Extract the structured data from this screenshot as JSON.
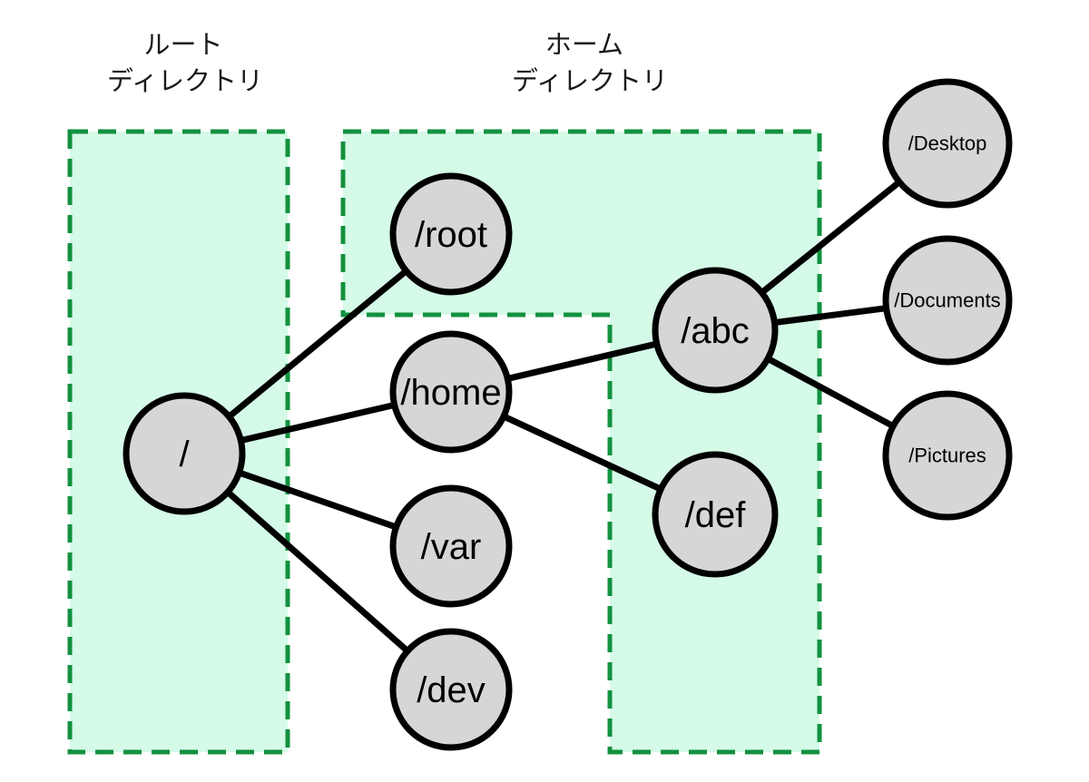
{
  "regions": [
    {
      "id": "root-directory",
      "label_line1": "ルート",
      "label_line2": "ディレクトリ"
    },
    {
      "id": "home-directory",
      "label_line1": "ホーム",
      "label_line2": "ディレクトリ"
    }
  ],
  "nodes": {
    "slash": {
      "label": "/"
    },
    "root": {
      "label": "/root"
    },
    "home": {
      "label": "/home"
    },
    "var": {
      "label": "/var"
    },
    "dev": {
      "label": "/dev"
    },
    "abc": {
      "label": "/abc"
    },
    "def": {
      "label": "/def"
    },
    "desktop": {
      "label": "/Desktop"
    },
    "documents": {
      "label": "/Documents"
    },
    "pictures": {
      "label": "/Pictures"
    }
  },
  "edges": [
    {
      "from": "/",
      "to": "/root"
    },
    {
      "from": "/",
      "to": "/home"
    },
    {
      "from": "/",
      "to": "/var"
    },
    {
      "from": "/",
      "to": "/dev"
    },
    {
      "from": "/home",
      "to": "/abc"
    },
    {
      "from": "/home",
      "to": "/def"
    },
    {
      "from": "/abc",
      "to": "/Desktop"
    },
    {
      "from": "/abc",
      "to": "/Documents"
    },
    {
      "from": "/abc",
      "to": "/Pictures"
    }
  ],
  "colors": {
    "region_fill": "#d5fae8",
    "region_border": "#12913e",
    "node_fill": "#d6d6d6",
    "node_border": "#000000",
    "edge": "#000000",
    "text": "#000000"
  }
}
